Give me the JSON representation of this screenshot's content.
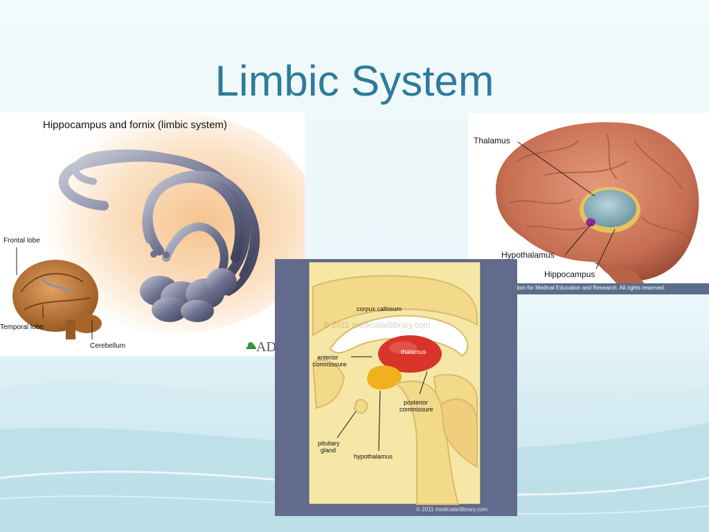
{
  "slide": {
    "title": "Limbic System"
  },
  "left_figure": {
    "heading": "Hippocampus and fornix (limbic system)",
    "labels": {
      "frontal": "Frontal lobe",
      "temporal": "Temporal lobe",
      "cerebellum": "Cerebellum"
    },
    "logo_text": "AD"
  },
  "right_figure": {
    "labels": {
      "thalamus": "Thalamus",
      "hypothalamus": "Hypothalamus",
      "hippocampus": "Hippocampus"
    },
    "credit": "ation for Medical Education and Research. All rights reserved."
  },
  "center_figure": {
    "labels": {
      "corpus_callosum": "corpus callosum",
      "thalamus": "thalamus",
      "anterior_commissure_1": "anterior",
      "anterior_commissure_2": "commissure",
      "posterior_commissure_1": "posterior",
      "posterior_commissure_2": "commissure",
      "pituitary_1": "pituitary",
      "pituitary_2": "gland",
      "hypothalamus": "hypothalamus"
    },
    "watermark": "© 2011 medicalartlibrary.com",
    "credit": "© 2011 medicalartlibrary.com"
  },
  "colors": {
    "title": "#2e7b9c",
    "brain_tissue": "#f6e7a6",
    "thalamus": "#d9342b",
    "hypothalamus": "#f2b01e",
    "panel_bg": "#636b8c"
  }
}
